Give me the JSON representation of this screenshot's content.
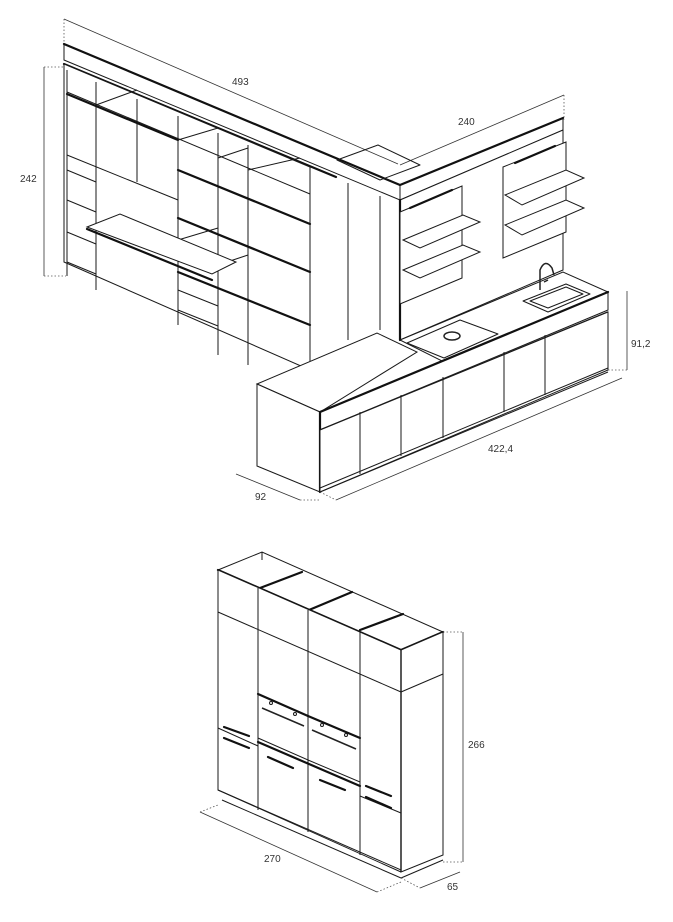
{
  "diagrams": [
    {
      "id": "l-shaped-kitchen",
      "title": "L-shaped kitchen with wall library unit and island",
      "dimensions": {
        "left_wall_length": "493",
        "back_wall_length": "240",
        "wall_unit_height": "242",
        "island_height": "91,2",
        "island_length": "422,4",
        "island_depth": "92"
      },
      "features": [
        "open shelving bookcase",
        "desk shelf",
        "floating wall shelves",
        "induction hob",
        "undermount sink",
        "mixer tap",
        "island base cabinets"
      ]
    },
    {
      "id": "tall-column-units",
      "title": "Tall column units with double built-in oven",
      "dimensions": {
        "height": "266",
        "width": "270",
        "depth": "65"
      },
      "features": [
        "4 tall columns",
        "2 built-in ovens",
        "push handles"
      ]
    }
  ],
  "colors": {
    "line": "#1a1a1a",
    "background": "#ffffff",
    "label": "#333333"
  }
}
